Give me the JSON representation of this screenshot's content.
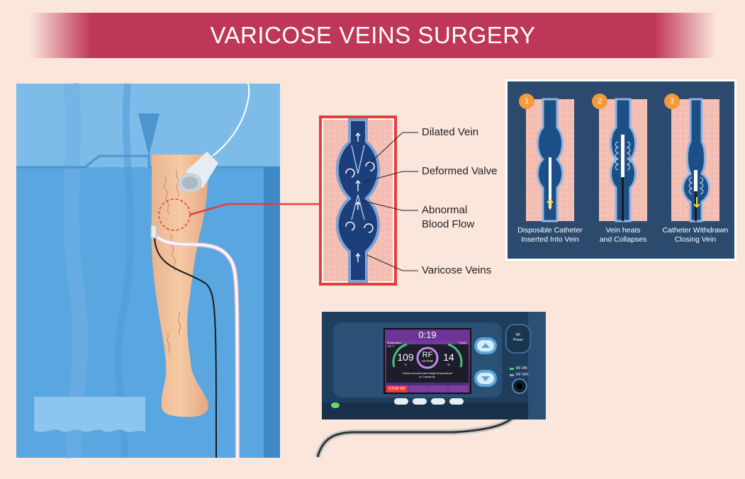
{
  "title": "VARICOSE VEINS SURGERY",
  "callouts": {
    "dilated_vein": "Dilated Vein",
    "deformed_valve": "Deformed Valve",
    "abnormal_flow_line1": "Abnormal",
    "abnormal_flow_line2": "Blood Flow",
    "varicose_veins": "Varicose Veins"
  },
  "steps": [
    {
      "number": "1",
      "caption_line1": "Disposible Catheter",
      "caption_line2": "Inserted Into Vein"
    },
    {
      "number": "2",
      "caption_line1": "Vein heats",
      "caption_line2": "and Collapses"
    },
    {
      "number": "3",
      "caption_line1": "Catheter Withdrawn",
      "caption_line2": "Closing Vein"
    }
  ],
  "device": {
    "timer": "0:19",
    "temperature_label": "Temperature",
    "temperature_set": "120 °C",
    "temperature_value": "109",
    "temperature_unit": "°C",
    "power_label": "Power",
    "power_value": "14",
    "power_unit": "W",
    "rf_label": "RF",
    "rf_status": "ACTIVE",
    "message_line1": "Device should reach target temperature",
    "message_line2": "in 2 seconds.",
    "stop_button": "STOP RF",
    "rf_power_line1": "RF",
    "rf_power_line2": "Power",
    "rf_on": "RF ON",
    "rf_off": "RF OFF"
  },
  "colors": {
    "banner": "#bf3758",
    "background": "#fbe6dc",
    "drape": "#5aa6e0",
    "panel": "#2b4a6e",
    "device": "#1f3d5c",
    "highlight": "#e53c3c",
    "badge": "#f39a3a"
  },
  "icons": [
    "arrow-up-icon",
    "arrow-down-icon"
  ]
}
